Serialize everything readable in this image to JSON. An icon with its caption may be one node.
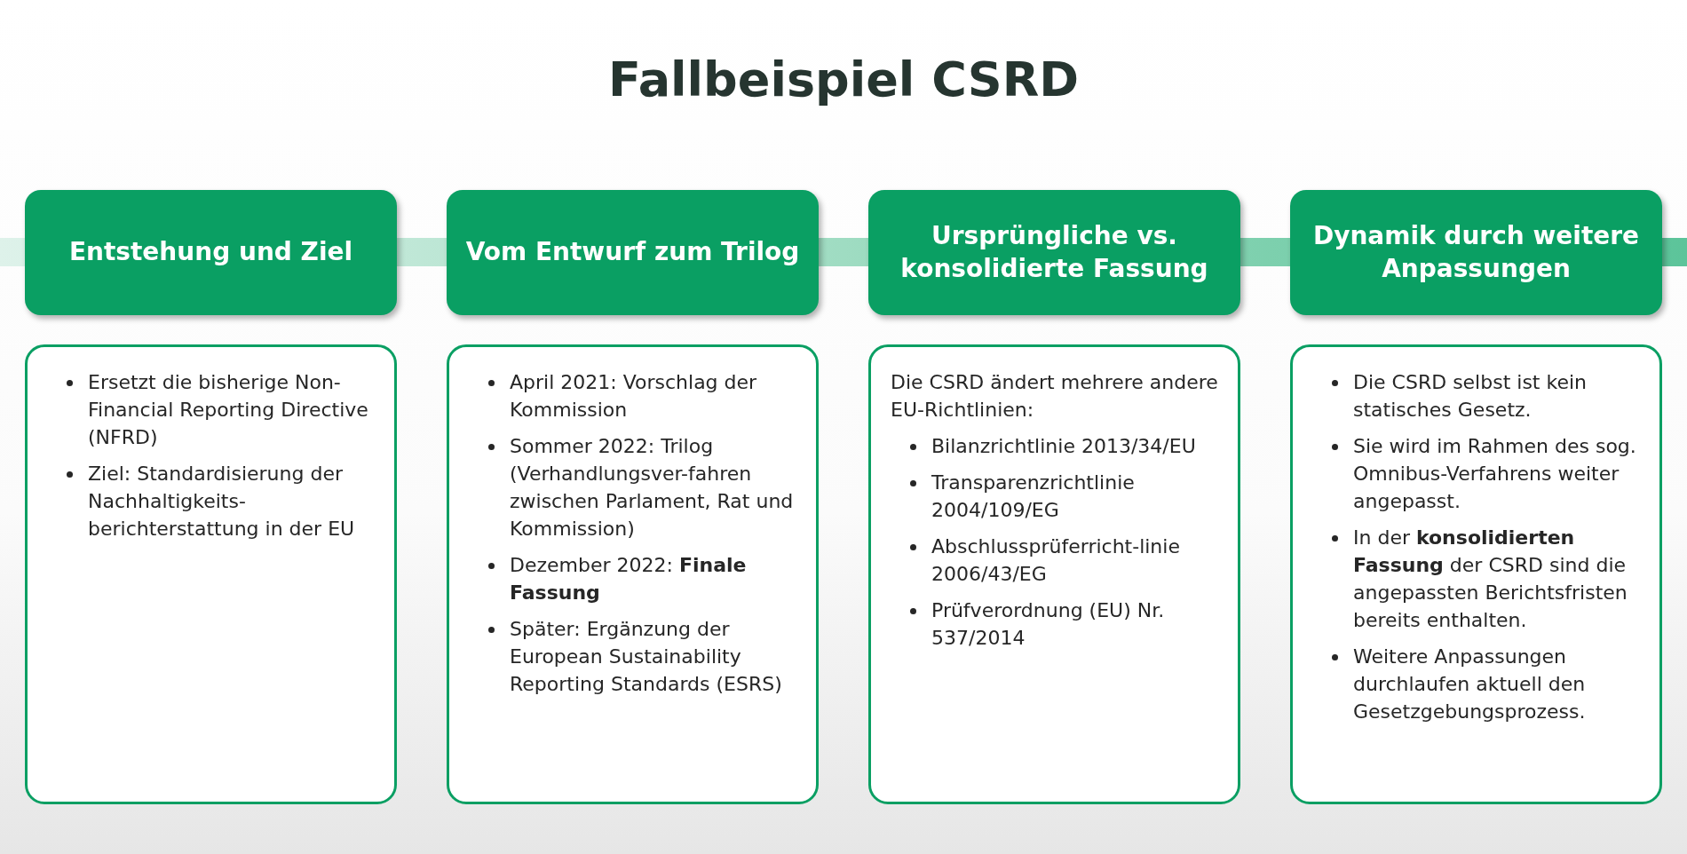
{
  "diagram": {
    "title": "Fallbeispiel CSRD",
    "nodes": [
      {
        "text": [
          "Entstehung und Ziel"
        ]
      },
      {
        "text": [
          "Vom Entwurf zum Trilog"
        ]
      },
      {
        "text": [
          "Ursprüngliche vs. konsolidierte Fassung"
        ]
      },
      {
        "text": [
          "Dynamik durch weitere Anpassungen"
        ]
      },
      {
        "text": [
          "Ersetzt die bisherige Non-Financial Reporting Directive (NFRD)",
          "Ziel: Standardisierung der Nachhaltigkeits-berichterstattung in der EU"
        ]
      },
      {
        "text": [
          "April 2021: Vorschlag der Kommission",
          "Sommer 2022: Trilog (Verhandlungsver-fahren zwischen Parlament, Rat und Kommission)",
          "Dezember 2022: **Finale Fassung**",
          "Später: Ergänzung der European Sustainability Reporting Standards (ESRS)"
        ]
      },
      {
        "text": [
          "Die CSRD ändert mehrere andere EU-Richtlinien:",
          "Bilanzrichtlinie 2013/34/EU",
          "Transparenzrichtlinie 2004/109/EG",
          "Abschlussprüferricht-linie 2006/43/EG",
          "Prüfverordnung (EU) Nr. 537/2014"
        ]
      },
      {
        "text": [
          "Die CSRD selbst ist kein statisches Gesetz.",
          "Sie wird im Rahmen des sog. Omnibus-Verfahrens weiter angepasst.",
          "In der **konsolidierten Fassung** der CSRD sind die angepassten Berichtsfristen bereits enthalten.",
          "Weitere Anpassungen durchlaufen aktuell den Gesetzgebungsprozess."
        ]
      }
    ]
  }
}
